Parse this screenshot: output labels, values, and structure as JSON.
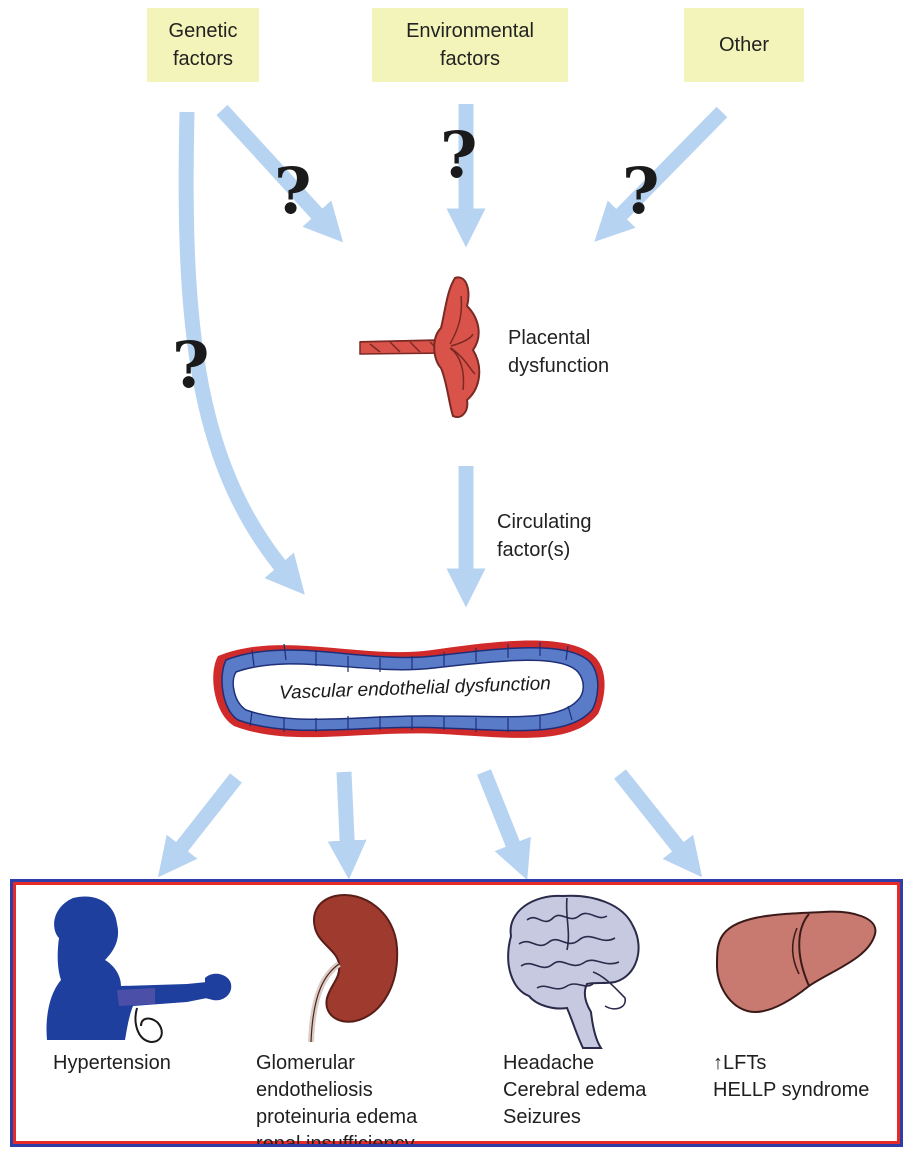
{
  "factors": {
    "genetic": [
      "Genetic",
      "factors"
    ],
    "environmental": [
      "Environmental",
      "factors"
    ],
    "other": "Other"
  },
  "question_mark": "?",
  "placental": [
    "Placental",
    "dysfunction"
  ],
  "circulating": [
    "Circulating",
    "factor(s)"
  ],
  "vascular": "Vascular endothelial dysfunction",
  "outcomes": {
    "hypertension": [
      "Hypertension"
    ],
    "kidney": [
      "Glomerular",
      "endotheliosis",
      "proteinuria edema",
      "renal insufficiency"
    ],
    "brain": [
      "Headache",
      "Cerebral edema",
      "Seizures"
    ],
    "liver": [
      "↑LFTs",
      "HELLP syndrome"
    ]
  },
  "colors": {
    "arrow": "#b7d3f2",
    "factor_box": "#f3f4b9",
    "vessel_red": "#d02a2a",
    "vessel_blue": "#5a7bc8",
    "placenta": "#d9534a",
    "kidney": "#9e3a2e",
    "brain": "#c6c9e0",
    "liver": "#c97a70",
    "silhouette": "#1e3f9e",
    "border_red": "#e52a2a",
    "border_blue": "#2e3ea8"
  },
  "icons": [
    "question-mark",
    "placenta-icon",
    "blood-vessel-icon",
    "hypertension-icon",
    "kidney-icon",
    "brain-icon",
    "liver-icon"
  ]
}
